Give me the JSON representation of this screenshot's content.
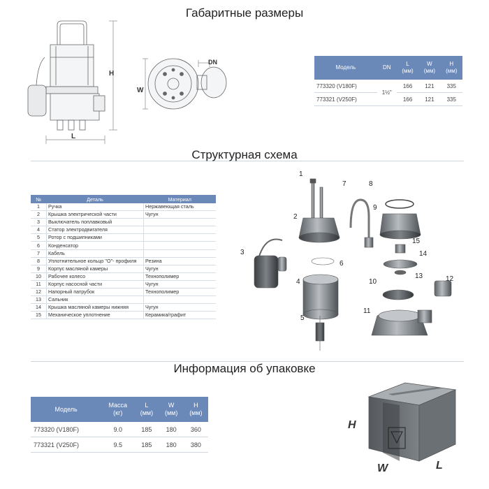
{
  "titles": {
    "dimensions": "Габаритные размеры",
    "scheme": "Структурная схема",
    "package": "Информация об упаковке"
  },
  "drawing_labels": {
    "H": "H",
    "L": "L",
    "W": "W",
    "DN": "DN"
  },
  "spec_table": {
    "headers": {
      "model": "Модель",
      "dn": "DN",
      "l": "L",
      "w": "W",
      "h": "H",
      "unit": "(мм)"
    },
    "dn_value": "1½\"",
    "rows": [
      {
        "model": "773320 (V180F)",
        "l": "166",
        "w": "121",
        "h": "335"
      },
      {
        "model": "773321 (V250F)",
        "l": "166",
        "w": "121",
        "h": "335"
      }
    ]
  },
  "parts_table": {
    "headers": {
      "num": "№",
      "detail": "Деталь",
      "material": "Материал"
    },
    "rows": [
      {
        "num": "1",
        "detail": "Ручка",
        "material": "Нержавеющая сталь"
      },
      {
        "num": "2",
        "detail": "Крышка электрической части",
        "material": "Чугун"
      },
      {
        "num": "3",
        "detail": "Выключатель поплавковый",
        "material": ""
      },
      {
        "num": "4",
        "detail": "Статор электродвигателя",
        "material": ""
      },
      {
        "num": "5",
        "detail": "Ротор с подшипниками",
        "material": ""
      },
      {
        "num": "6",
        "detail": "Конденсатор",
        "material": ""
      },
      {
        "num": "7",
        "detail": "Кабель",
        "material": ""
      },
      {
        "num": "8",
        "detail": "Уплотнительное кольцо \"О\"- профиля",
        "material": "Резина"
      },
      {
        "num": "9",
        "detail": "Корпус масляной камеры",
        "material": "Чугун"
      },
      {
        "num": "10",
        "detail": "Рабочее колесо",
        "material": "Технополимер"
      },
      {
        "num": "11",
        "detail": "Корпус насосной части",
        "material": "Чугун"
      },
      {
        "num": "12",
        "detail": "Напорный патрубок",
        "material": "Технополимер"
      },
      {
        "num": "13",
        "detail": "Сальник",
        "material": ""
      },
      {
        "num": "14",
        "detail": "Крышка масляной камеры нижняя",
        "material": "Чугун"
      },
      {
        "num": "15",
        "detail": "Механическое уплотнение",
        "material": "Керамика/графит"
      }
    ]
  },
  "callouts": [
    "1",
    "2",
    "3",
    "4",
    "5",
    "6",
    "7",
    "8",
    "9",
    "10",
    "11",
    "12",
    "13",
    "14",
    "15"
  ],
  "package_table": {
    "headers": {
      "model": "Модель",
      "mass": "Масса",
      "mass_unit": "(кг)",
      "l": "L",
      "w": "W",
      "h": "H",
      "unit": "(мм)"
    },
    "rows": [
      {
        "model": "773320 (V180F)",
        "mass": "9.0",
        "l": "185",
        "w": "180",
        "h": "360"
      },
      {
        "model": "773321 (V250F)",
        "mass": "9.5",
        "l": "185",
        "w": "180",
        "h": "380"
      }
    ]
  },
  "box_labels": {
    "H": "H",
    "W": "W",
    "L": "L"
  },
  "colors": {
    "header": "#6a88b8",
    "rule": "#cfd6de",
    "metal": "#8e9499",
    "dark": "#4a4e52"
  }
}
